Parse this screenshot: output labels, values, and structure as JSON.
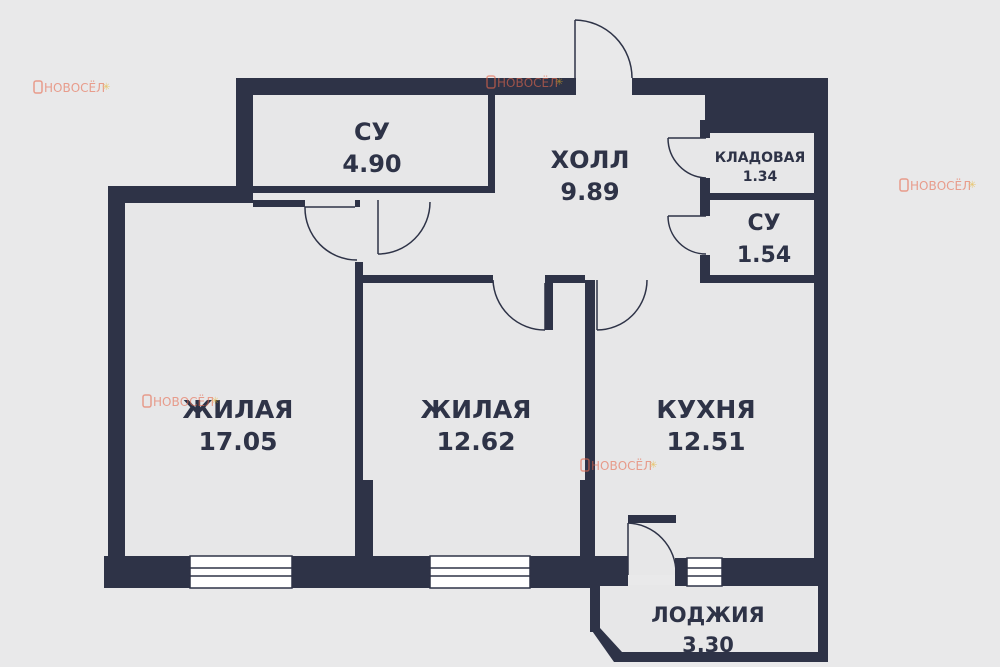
{
  "colors": {
    "background": "#e9e9ea",
    "floor": "#e7e7e8",
    "wall": "#2e3347",
    "text": "#2e3347",
    "window": "#ffffff",
    "watermark": "#e86a4d",
    "watermark_accent": "#e8b020"
  },
  "watermark": {
    "brand": "НОВОСЁЛ",
    "icon": "house-logo-icon"
  },
  "rooms": [
    {
      "id": "bath-large",
      "name": "СУ",
      "area": "4.90"
    },
    {
      "id": "hall",
      "name": "ХОЛЛ",
      "area": "9.89"
    },
    {
      "id": "storage",
      "name": "КЛАДОВАЯ",
      "area": "1.34"
    },
    {
      "id": "bath-small",
      "name": "СУ",
      "area": "1.54"
    },
    {
      "id": "living-large",
      "name": "ЖИЛАЯ",
      "area": "17.05"
    },
    {
      "id": "living-middle",
      "name": "ЖИЛАЯ",
      "area": "12.62"
    },
    {
      "id": "kitchen",
      "name": "КУХНЯ",
      "area": "12.51"
    },
    {
      "id": "loggia",
      "name": "ЛОДЖИЯ",
      "area": "3.30"
    }
  ]
}
